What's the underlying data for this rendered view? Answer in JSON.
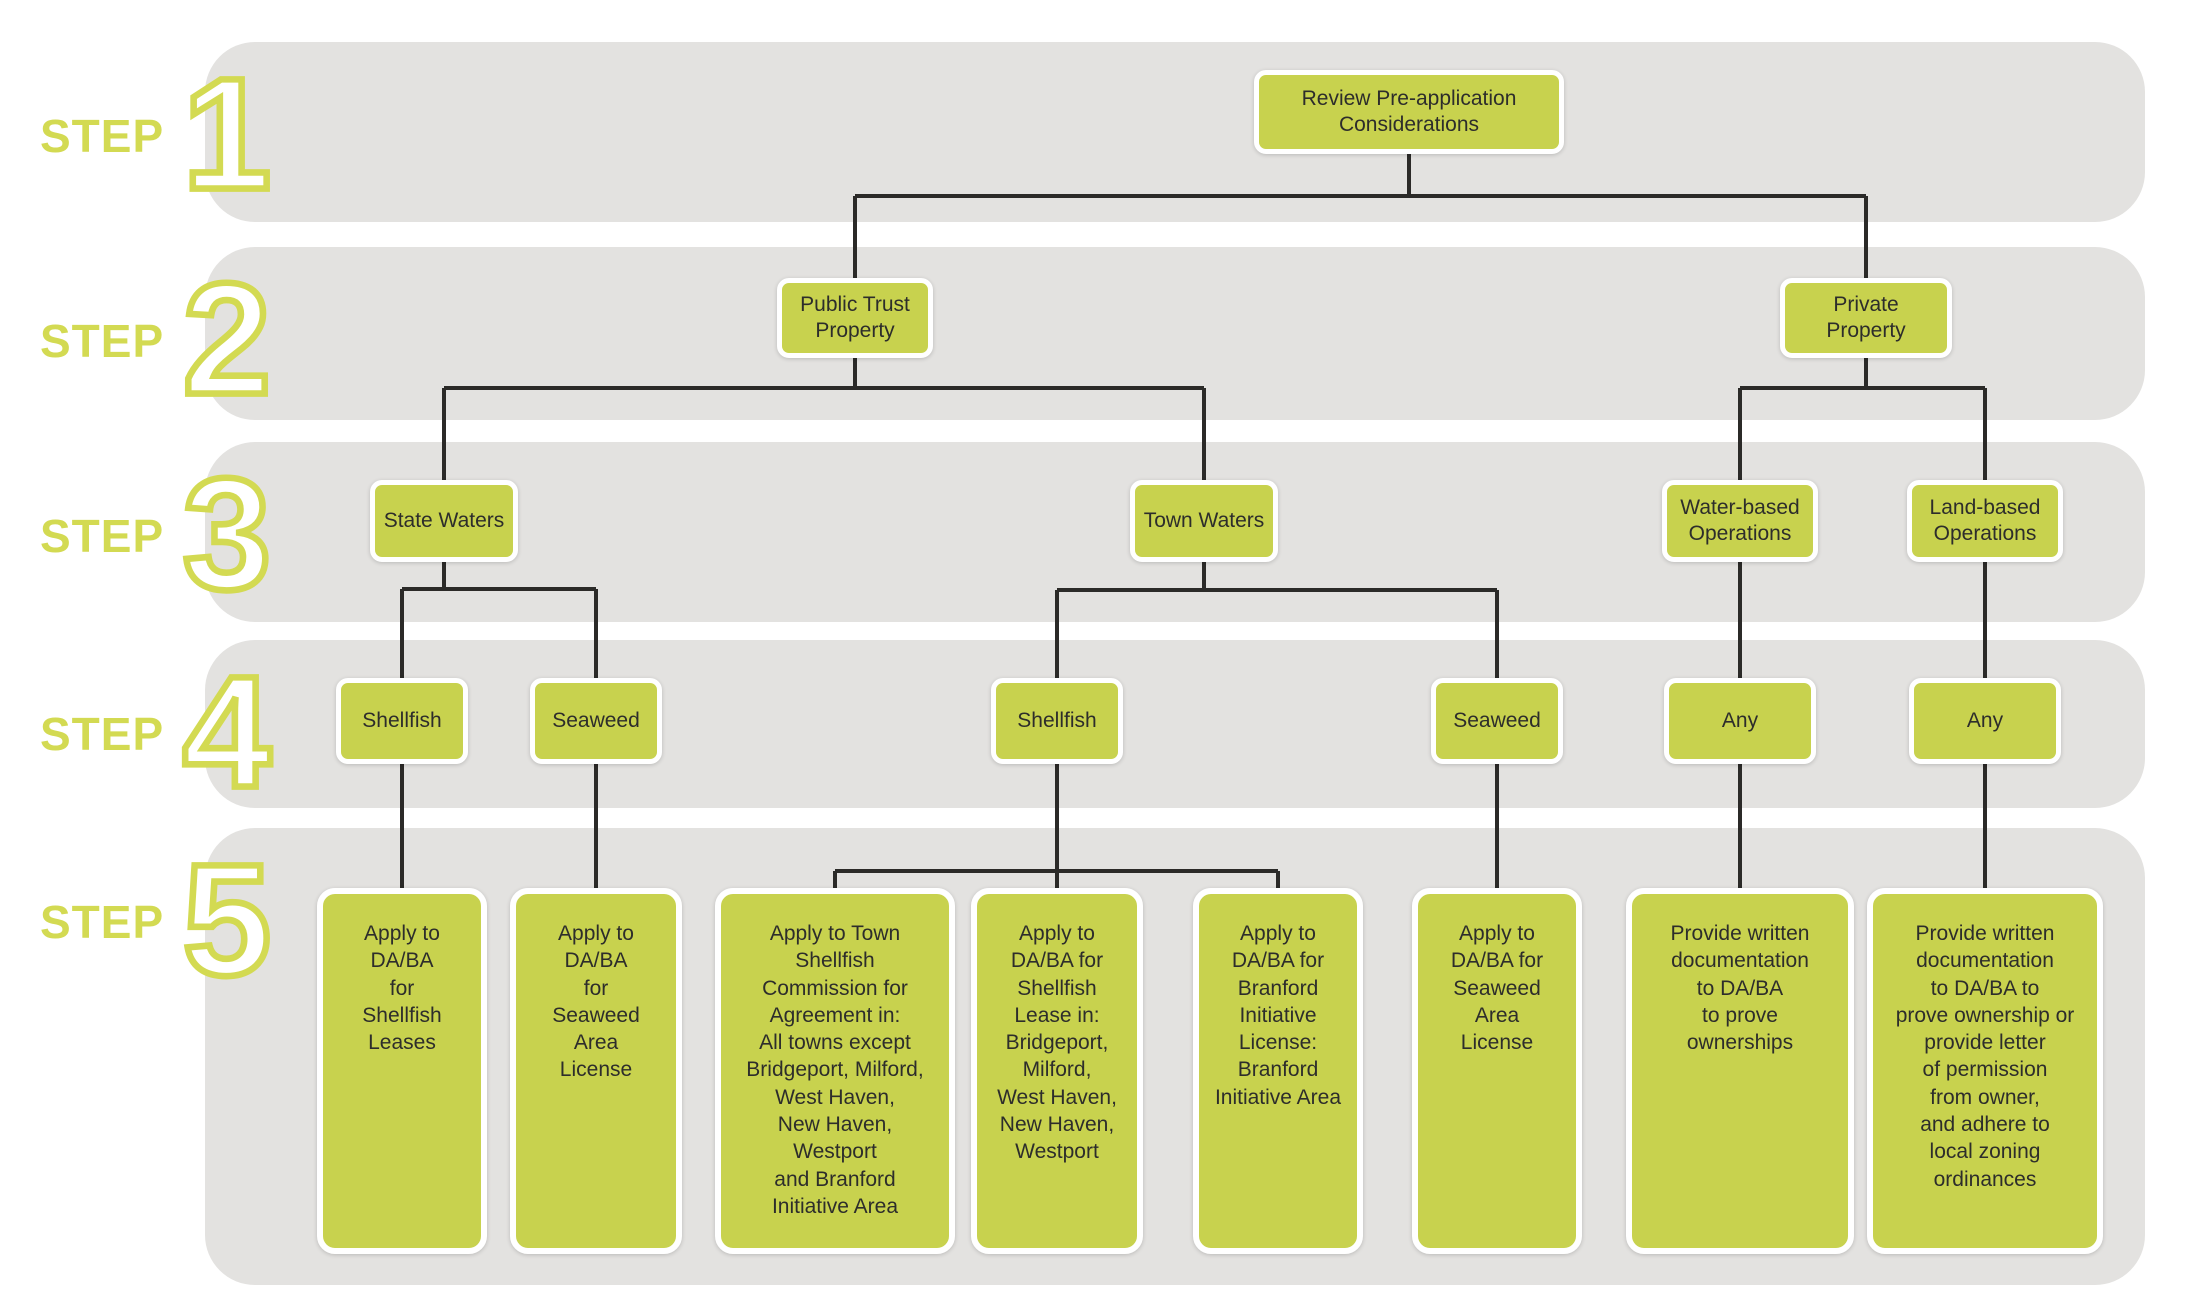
{
  "palette": {
    "box_fill": "#c8d24e",
    "band_gray": "#e3e2e0",
    "step_label_green": "#d3da52",
    "connector_line": "#2b2a28",
    "box_text": "#2d2d2b"
  },
  "steps": [
    {
      "word": "STEP",
      "number": "1"
    },
    {
      "word": "STEP",
      "number": "2"
    },
    {
      "word": "STEP",
      "number": "3"
    },
    {
      "word": "STEP",
      "number": "4"
    },
    {
      "word": "STEP",
      "number": "5"
    }
  ],
  "flow": {
    "step1": {
      "review": [
        "Review Pre-application",
        "Considerations"
      ]
    },
    "step2": {
      "public_trust": [
        "Public Trust",
        "Property"
      ],
      "private": [
        "Private",
        "Property"
      ]
    },
    "step3": {
      "state_waters": [
        "State Waters"
      ],
      "town_waters": [
        "Town Waters"
      ],
      "water_based": [
        "Water-based",
        "Operations"
      ],
      "land_based": [
        "Land-based",
        "Operations"
      ]
    },
    "step4": {
      "shellfish_state": [
        "Shellfish"
      ],
      "seaweed_state": [
        "Seaweed"
      ],
      "shellfish_town": [
        "Shellfish"
      ],
      "seaweed_town": [
        "Seaweed"
      ],
      "any_water": [
        "Any"
      ],
      "any_land": [
        "Any"
      ]
    },
    "step5": {
      "shellfish_leases": [
        "Apply to",
        "DA/BA",
        "for",
        "Shellfish",
        "Leases"
      ],
      "seaweed_area_license_state": [
        "Apply to",
        "DA/BA",
        "for",
        "Seaweed",
        "Area",
        "License"
      ],
      "town_shellfish_commission": [
        "Apply to Town",
        "Shellfish",
        "Commission for",
        "Agreement in:",
        "All towns except",
        "Bridgeport, Milford,",
        "West Haven,",
        "New Haven,",
        "Westport",
        "and Branford",
        "Initiative Area"
      ],
      "daba_shellfish_lease": [
        "Apply to",
        "DA/BA for",
        "Shellfish",
        "Lease in:",
        "Bridgeport,",
        "Milford,",
        "West Haven,",
        "New Haven,",
        "Westport"
      ],
      "branford_initiative": [
        "Apply to",
        "DA/BA for",
        "Branford",
        "Initiative",
        "License:",
        "Branford",
        "Initiative Area"
      ],
      "seaweed_area_license_town": [
        "Apply to",
        "DA/BA for",
        "Seaweed",
        "Area",
        "License"
      ],
      "prove_ownership": [
        "Provide written",
        "documentation",
        "to DA/BA",
        "to prove",
        "ownerships"
      ],
      "prove_ownership_or_permission": [
        "Provide written",
        "documentation",
        "to DA/BA to",
        "prove ownership or",
        "provide  letter",
        "of permission",
        "from owner,",
        "and adhere to",
        "local zoning",
        "ordinances"
      ]
    }
  }
}
